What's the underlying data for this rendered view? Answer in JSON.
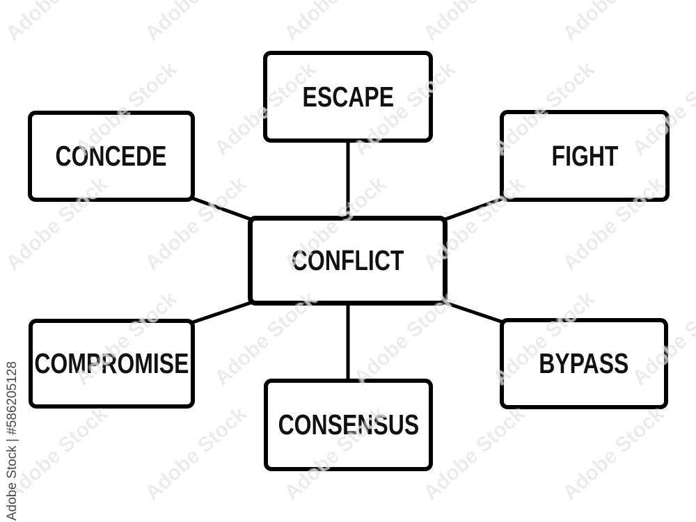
{
  "diagram": {
    "center": {
      "id": "conflict",
      "label": "CONFLICT"
    },
    "nodes": [
      {
        "id": "escape",
        "label": "ESCAPE",
        "position": "top"
      },
      {
        "id": "concede",
        "label": "CONCEDE",
        "position": "upper-left"
      },
      {
        "id": "fight",
        "label": "FIGHT",
        "position": "upper-right"
      },
      {
        "id": "compromise",
        "label": "COMPROMISE",
        "position": "lower-left"
      },
      {
        "id": "bypass",
        "label": "BYPASS",
        "position": "lower-right"
      },
      {
        "id": "consensus",
        "label": "CONSENSUS",
        "position": "bottom"
      }
    ],
    "colors": {
      "background": "#ffffff",
      "box_fill": "#ffffff",
      "box_border": "#000000",
      "line": "#000000",
      "text": "#111111"
    }
  },
  "watermark": {
    "tile_text": "Adobe Stock",
    "credit_text": "Adobe Stock | #586205128",
    "tile_rows": 5,
    "tile_cols": 6
  }
}
